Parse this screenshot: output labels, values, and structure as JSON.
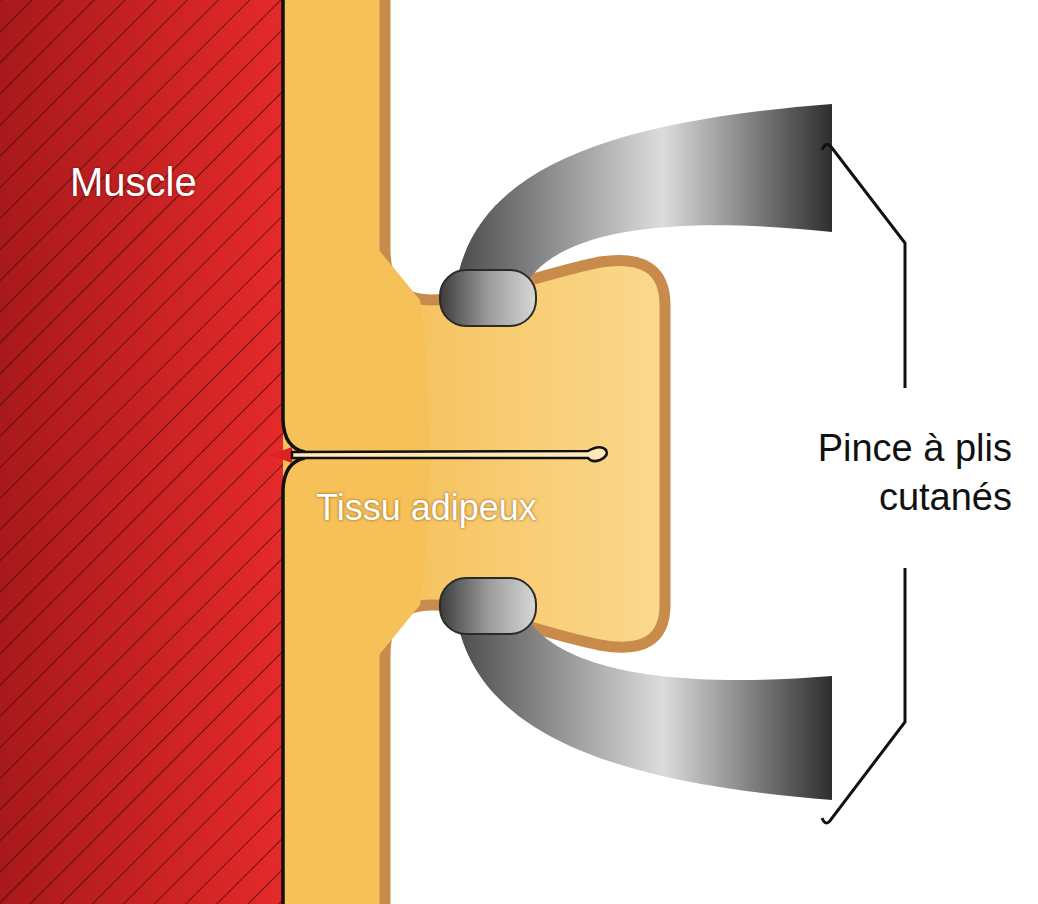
{
  "diagram": {
    "labels": [
      "Muscle",
      "Tissu adipeux",
      "Pince à plis cutanés"
    ]
  }
}
